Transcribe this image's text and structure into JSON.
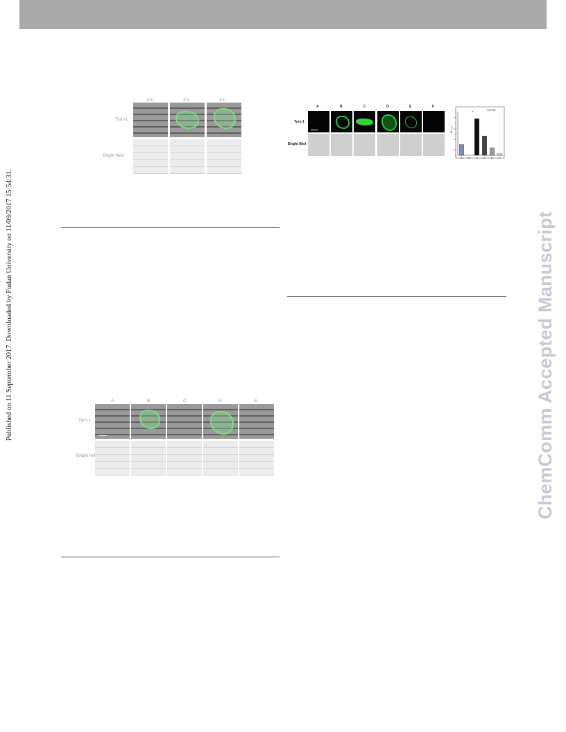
{
  "header": {
    "color": "#a9a9a9"
  },
  "side_note": "Published on 11 September 2017. Downloaded by Fudan University on 11/09/2017 15:54:31.",
  "watermark": "ChemComm Accepted Manuscript",
  "figure_time": {
    "columns": [
      "0 h",
      "2 h",
      "3 h"
    ],
    "rows": [
      "Tyro-1",
      "Bright field"
    ]
  },
  "figure_conditions": {
    "columns": [
      "A",
      "B",
      "C",
      "D",
      "E"
    ],
    "rows": [
      "Tyro-1",
      "Bright field"
    ]
  },
  "figure_right": {
    "columns": [
      "A",
      "B",
      "C",
      "D",
      "E",
      "F"
    ],
    "rows": [
      "Tyro-1",
      "Bright filed"
    ],
    "chart": {
      "annotation": "*p<0.05",
      "ylabel": "FI a.u.",
      "star": "#",
      "yticks": [
        "4",
        "3.5",
        "3",
        "2.5",
        "2",
        "1.5",
        "1",
        "0.5",
        "0"
      ]
    }
  },
  "chart_data": {
    "type": "bar",
    "categories": [
      "A",
      "B",
      "C",
      "D",
      "E",
      "F"
    ],
    "values": [
      1.0,
      0.0,
      3.4,
      1.8,
      0.7,
      0.15
    ],
    "colors": [
      "#7b92b5",
      "#ffffff",
      "#111111",
      "#444444",
      "#9a9a9a",
      "#dcdcdc"
    ],
    "ylabel": "FI a.u.",
    "ylim": [
      0,
      4
    ]
  }
}
